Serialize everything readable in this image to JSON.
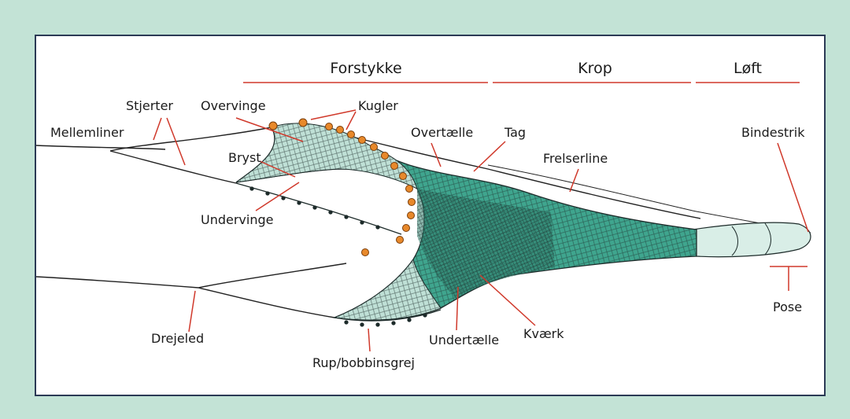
{
  "sections": {
    "forstykke": "Forstykke",
    "krop": "Krop",
    "loeft": "Løft"
  },
  "labels": {
    "stjerter": "Stjerter",
    "overvinge": "Overvinge",
    "kugler": "Kugler",
    "mellemliner": "Mellemliner",
    "overtaelle": "Overtælle",
    "tag": "Tag",
    "bindestrik": "Bindestrik",
    "bryst": "Bryst",
    "frelserline": "Frelserline",
    "undervinge": "Undervinge",
    "drejeled": "Drejeled",
    "undertaelle": "Undertælle",
    "kvaerk": "Kværk",
    "rup": "Rup/bobbinsgrej",
    "pose": "Pose"
  },
  "colors": {
    "background": "#c3e3d6",
    "frame_border": "#2b3a55",
    "pointer_lines": "#d0392b",
    "net_fill": "#3fa58e",
    "net_light": "#bfe0d6",
    "floats": "#e8892b"
  }
}
